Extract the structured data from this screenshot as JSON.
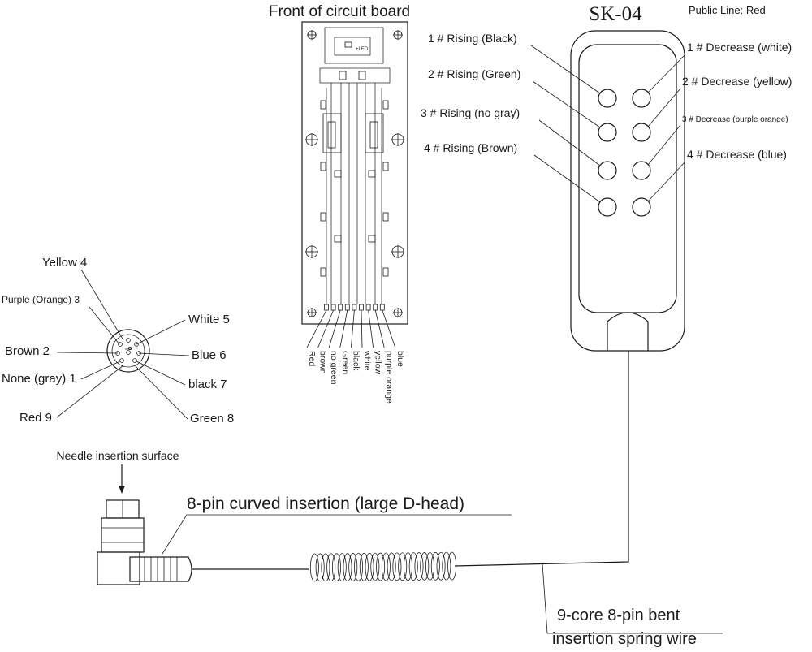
{
  "board": {
    "title": "Front of circuit board",
    "wire_labels": [
      "Red",
      "brown",
      "no green",
      "Green",
      "black",
      "white",
      "yellow",
      "purple orange",
      "blue"
    ]
  },
  "remote": {
    "model": "SK-04",
    "public_line": "Public Line: Red",
    "rising": [
      "1 # Rising (Black)",
      "2 # Rising (Green)",
      "3 # Rising (no gray)",
      "4 # Rising (Brown)"
    ],
    "decrease": [
      "1 # Decrease (white)",
      "2 # Decrease (yellow)",
      "3 # Decrease (purple orange)",
      "4 # Decrease (blue)"
    ]
  },
  "connector_pins": {
    "yellow": "Yellow 4",
    "purple": "Purple (Orange) 3",
    "white": "White 5",
    "brown": "Brown 2",
    "blue": "Blue 6",
    "none": "None (gray) 1",
    "black": "black 7",
    "red": "Red 9",
    "green": "Green 8"
  },
  "plug": {
    "needle_surface": "Needle insertion surface",
    "title": "8-pin curved insertion (large D-head)"
  },
  "cable": {
    "line1": "9-core 8-pin bent",
    "line2": "insertion spring wire"
  }
}
